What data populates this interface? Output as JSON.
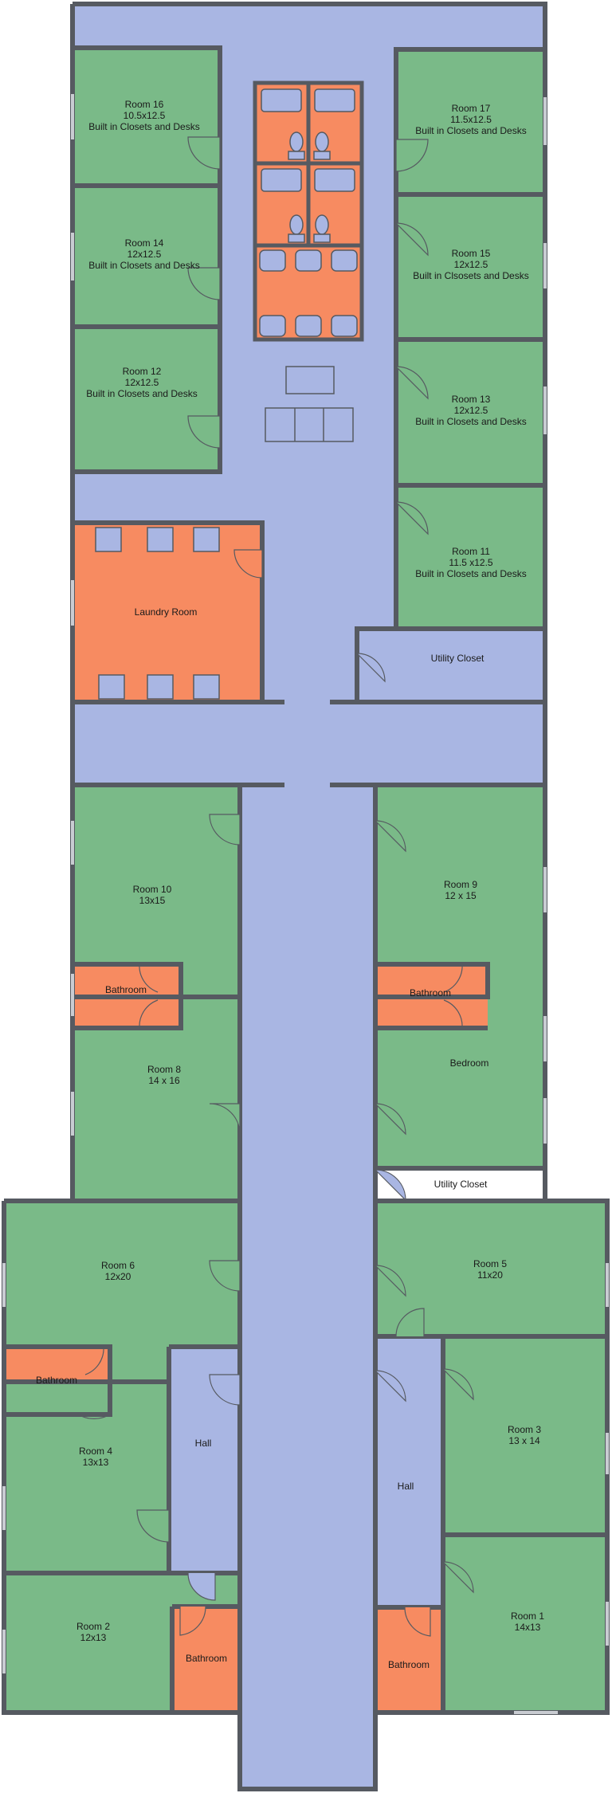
{
  "colors": {
    "bedroom": "#7aba88",
    "service": "#f78b61",
    "corridor": "#a9b6e3",
    "wall": "#565a61"
  },
  "rooms": {
    "room16": {
      "name": "Room 16",
      "size": "10.5x12.5",
      "note": "Built in Closets and Desks"
    },
    "room14": {
      "name": "Room 14",
      "size": "12x12.5",
      "note": "Built in Closets and Desks"
    },
    "room12": {
      "name": "Room 12",
      "size": "12x12.5",
      "note": "Built in Closets and Desks"
    },
    "room17": {
      "name": "Room 17",
      "size": "11.5x12.5",
      "note": "Built in Closets and Desks"
    },
    "room15": {
      "name": "Room 15",
      "size": "12x12.5",
      "note": "Built in Clsosets and Desks"
    },
    "room13": {
      "name": "Room 13",
      "size": "12x12.5",
      "note": "Built in Closets and Desks"
    },
    "room11": {
      "name": "Room 11",
      "size": "11.5 x12.5",
      "note": "Built in Closets and Desks"
    },
    "laundry": {
      "name": "Laundry Room"
    },
    "utility_upper": {
      "name": "Utility Closet"
    },
    "room10": {
      "name": "Room 10",
      "size": "13x15"
    },
    "room9": {
      "name": "Room 9",
      "size": "12 x 15"
    },
    "bath_left_upper": {
      "name": "Bathroom"
    },
    "bath_right_upper": {
      "name": "Bathroom"
    },
    "room8": {
      "name": "Room 8",
      "size": "14 x 16"
    },
    "bedroom": {
      "name": "Bedroom"
    },
    "utility_lower": {
      "name": "Utility Closet"
    },
    "room6": {
      "name": "Room 6",
      "size": "12x20"
    },
    "room5": {
      "name": "Room 5",
      "size": "11x20"
    },
    "bath_left_lower": {
      "name": "Bathroom"
    },
    "room4": {
      "name": "Room 4",
      "size": "13x13"
    },
    "hall_left": {
      "name": "Hall"
    },
    "room3": {
      "name": "Room 3",
      "size": "13 x 14"
    },
    "hall_right": {
      "name": "Hall"
    },
    "room2": {
      "name": "Room 2",
      "size": "12x13"
    },
    "bath_left_bottom": {
      "name": "Bathroom"
    },
    "room1": {
      "name": "Room 1",
      "size": "14x13"
    },
    "bath_right_bottom": {
      "name": "Bathroom"
    }
  }
}
